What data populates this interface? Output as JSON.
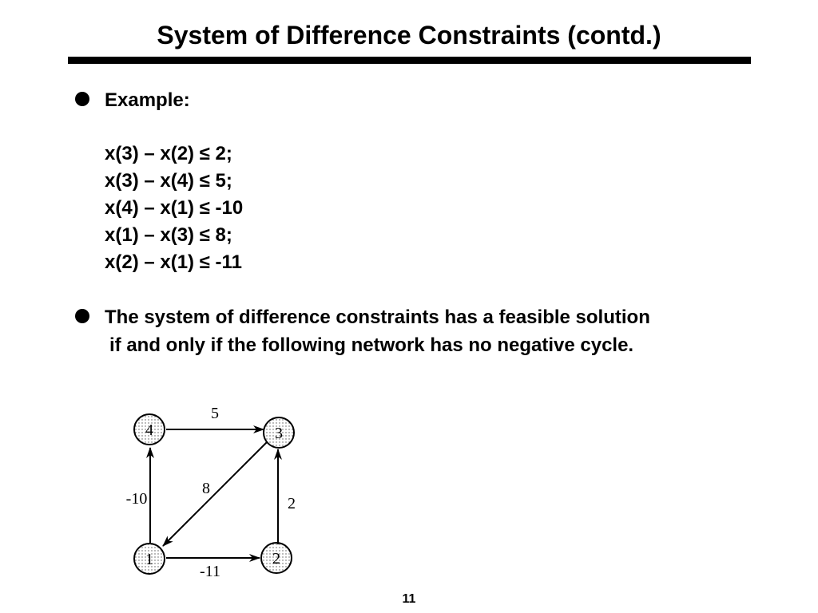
{
  "slide": {
    "title": "System of Difference Constraints (contd.)",
    "page_number": "11"
  },
  "bullets": [
    {
      "label": "Example:",
      "equations": [
        "x(3) – x(2) ≤ 2;",
        "x(3) – x(4) ≤ 5;",
        "x(4) – x(1) ≤ -10",
        "x(1) – x(3) ≤ 8;",
        "x(2) – x(1) ≤ -11"
      ]
    },
    {
      "line1": "The system of difference constraints has a feasible solution",
      "line2": "if and only if the following network has no negative cycle."
    }
  ],
  "network": {
    "nodes": [
      {
        "id": "4",
        "label": "4"
      },
      {
        "id": "3",
        "label": "3"
      },
      {
        "id": "1",
        "label": "1"
      },
      {
        "id": "2",
        "label": "2"
      }
    ],
    "edges": [
      {
        "from": "4",
        "to": "3",
        "weight": "5"
      },
      {
        "from": "1",
        "to": "4",
        "weight": "-10"
      },
      {
        "from": "3",
        "to": "1",
        "weight": "8"
      },
      {
        "from": "2",
        "to": "3",
        "weight": "2"
      },
      {
        "from": "1",
        "to": "2",
        "weight": "-11"
      }
    ]
  }
}
